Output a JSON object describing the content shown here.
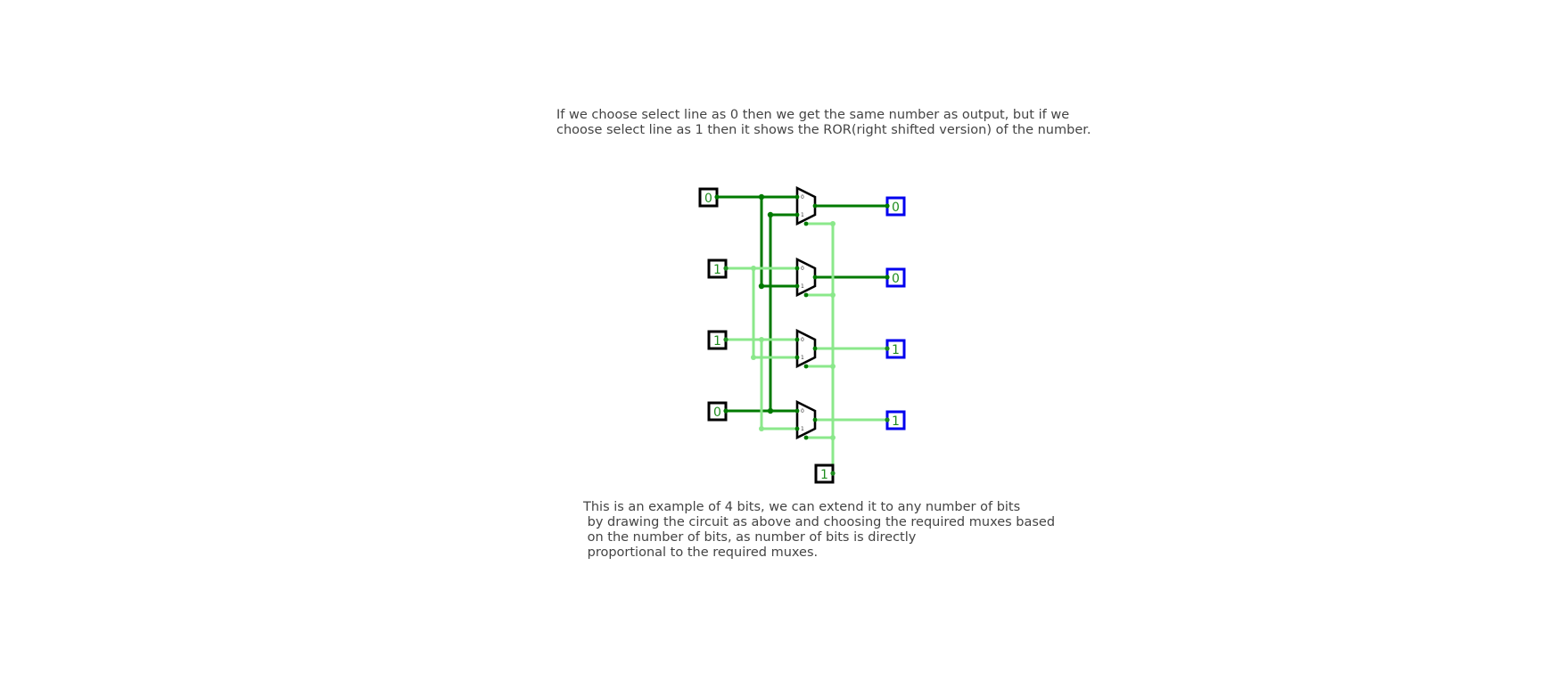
{
  "notes": {
    "top": "If we choose select line as 0 then we get the same number as output, but if we\nchoose select line as 1 then it shows the ROR(right shifted version) of the number.",
    "bottom": "This is an example of 4 bits, we can extend it to any number of bits\n by drawing the circuit as above and choosing the required muxes based\n on the number of bits, as number of bits is directly\n proportional to the required muxes."
  },
  "circuit": {
    "inputs": [
      "0",
      "1",
      "1",
      "0"
    ],
    "select": "1",
    "outputs": [
      "0",
      "0",
      "1",
      "1"
    ],
    "mux_labels": [
      "0",
      "1"
    ]
  },
  "colors": {
    "wire_low": "#007a00",
    "wire_high": "#8be88b",
    "pin_text": "#1e8c1e",
    "input_border": "#000000",
    "output_border": "#0000ee",
    "note_text": "#444444"
  }
}
